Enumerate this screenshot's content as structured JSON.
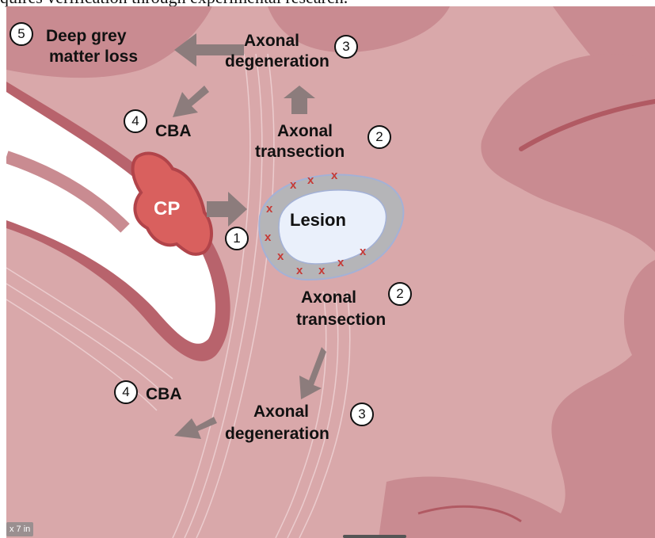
{
  "caption": "quires verification through experimental research.",
  "diagram": {
    "colors": {
      "background": "#d9a8aa",
      "cp_fill": "#d9605e",
      "lesion_ring": "#b5b5b8",
      "lesion_core": "#eaf0fb",
      "arrow": "#8c7c7c",
      "x_mark": "#c63a36"
    },
    "labels": {
      "deep_grey_line1": "Deep grey",
      "deep_grey_line2": "matter loss",
      "axonal_degeneration_top_1": "Axonal",
      "axonal_degeneration_top_2": "degeneration",
      "cba_top": "CBA",
      "axonal_transection_top_1": "Axonal",
      "axonal_transection_top_2": "transection",
      "cp": "CP",
      "lesion": "Lesion",
      "axonal_transection_bottom_1": "Axonal",
      "axonal_transection_bottom_2": "transection",
      "cba_bottom": "CBA",
      "axonal_degeneration_bottom_1": "Axonal",
      "axonal_degeneration_bottom_2": "degeneration"
    },
    "numbers": {
      "n1": "1",
      "n2_top": "2",
      "n2_bottom": "2",
      "n3_top": "3",
      "n3_bottom": "3",
      "n4_top": "4",
      "n4_bottom": "4",
      "n5": "5"
    },
    "x_mark": "x"
  },
  "size_badge": "x 7 in"
}
